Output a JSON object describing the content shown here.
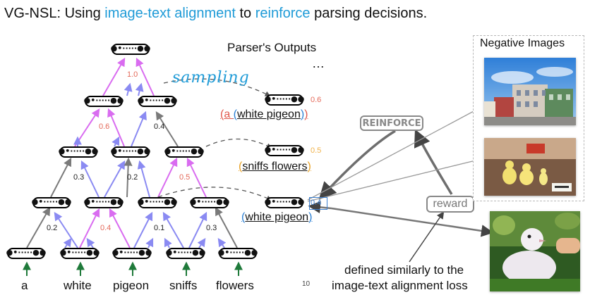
{
  "title": {
    "prefix": "VG-NSL:  Using ",
    "highlight1": "image-text alignment",
    "middle": " to ",
    "highlight2": "reinforce",
    "suffix": " parsing decisions."
  },
  "node_glyph": "●•·····●●",
  "parser_outputs": {
    "label": "Parser's Outputs",
    "ellipsis": "…",
    "items": [
      {
        "text_parts": [
          "(",
          "a ",
          "(",
          "white pigeon",
          ")",
          ")"
        ],
        "score": "0.6"
      },
      {
        "text_parts": [
          "(",
          "sniffs flowers",
          ")"
        ],
        "score": "0.5"
      },
      {
        "text_parts": [
          "(",
          "white pigeon",
          ")"
        ],
        "score": "0.4"
      }
    ]
  },
  "sampling_label": "sampling",
  "tree_scores": {
    "root": "1.0",
    "l3": [
      "0.6",
      "0.4"
    ],
    "l2": [
      "0.3",
      "0.2",
      "0.5"
    ],
    "l1": [
      "0.2",
      "0.4",
      "0.1",
      "0.3"
    ]
  },
  "words": [
    "a",
    "white",
    "pigeon",
    "sniffs",
    "flowers"
  ],
  "reinforce_label": "REINFORCE",
  "reward_label": "reward",
  "caption": {
    "line1": "defined similarly to the",
    "line2": "image-text alignment loss"
  },
  "negative_images_label": "Negative Images",
  "page_number": "10",
  "colors": {
    "accent_blue": "#1f9bd7",
    "pink_arrow": "#d96cf0",
    "blue_arrow": "#8a8af2",
    "gray_arrow": "#7a7a7a",
    "green_arrow": "#1f7a3a",
    "red_score": "#e46a5a",
    "orange_score": "#f0b24a",
    "blue_score": "#3b7fd0",
    "output_red": "#e0574a",
    "output_orange": "#e8a020",
    "output_blue": "#2a7fd4"
  },
  "icons": {
    "photo1": "building-photo",
    "photo2": "ducks-photo",
    "photo3": "pigeon-photo"
  }
}
